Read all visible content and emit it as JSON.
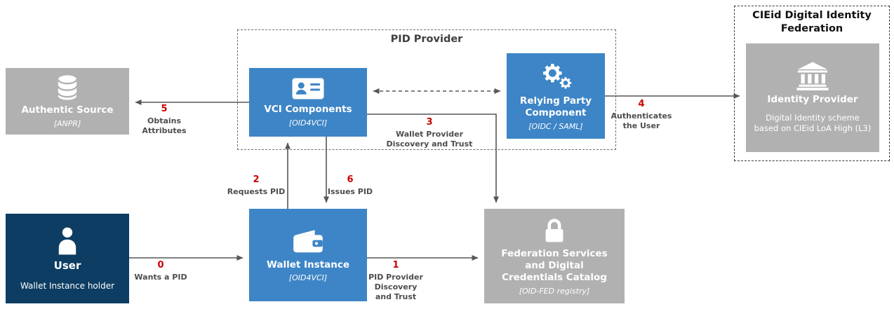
{
  "containers": {
    "pid_provider": {
      "title": "PID Provider"
    },
    "cieid": {
      "title": "CIEid Digital Identity Federation"
    }
  },
  "nodes": {
    "authentic_source": {
      "title": "Authentic Source",
      "subtitle": "[ANPR]"
    },
    "vci": {
      "title": "VCI Components",
      "subtitle": "[OID4VCI]"
    },
    "rp": {
      "title": "Relying Party Component",
      "subtitle": "[OIDC / SAML]"
    },
    "idp": {
      "title": "Identity Provider",
      "description": "Digital Identity scheme based on CIEid LoA High (L3)"
    },
    "user": {
      "title": "User",
      "subtitle": "Wallet Instance holder"
    },
    "wallet": {
      "title": "Wallet Instance",
      "subtitle": "[OID4VCI]"
    },
    "fed": {
      "title": "Federation Services and Digital Credentials Catalog",
      "subtitle": "[OID-FED registry]"
    }
  },
  "edges": {
    "wants_pid": {
      "num": "0",
      "label": "Wants a PID"
    },
    "pid_discovery": {
      "num": "1",
      "label": "PID Provider\nDiscovery\nand Trust"
    },
    "requests_pid": {
      "num": "2",
      "label": "Requests PID"
    },
    "wallet_discovery": {
      "num": "3",
      "label": "Wallet Provider\nDiscovery and Trust"
    },
    "authenticates": {
      "num": "4",
      "label": "Authenticates\nthe User"
    },
    "obtains": {
      "num": "5",
      "label": "Obtains\nAttributes"
    },
    "issues": {
      "num": "6",
      "label": "Issues PID"
    }
  },
  "colors": {
    "node_blue": "#3d85c6",
    "node_gray": "#b1b1b1",
    "node_navy": "#0d3d63",
    "edge_number_red": "#cc0000",
    "connector_gray": "#575757"
  }
}
